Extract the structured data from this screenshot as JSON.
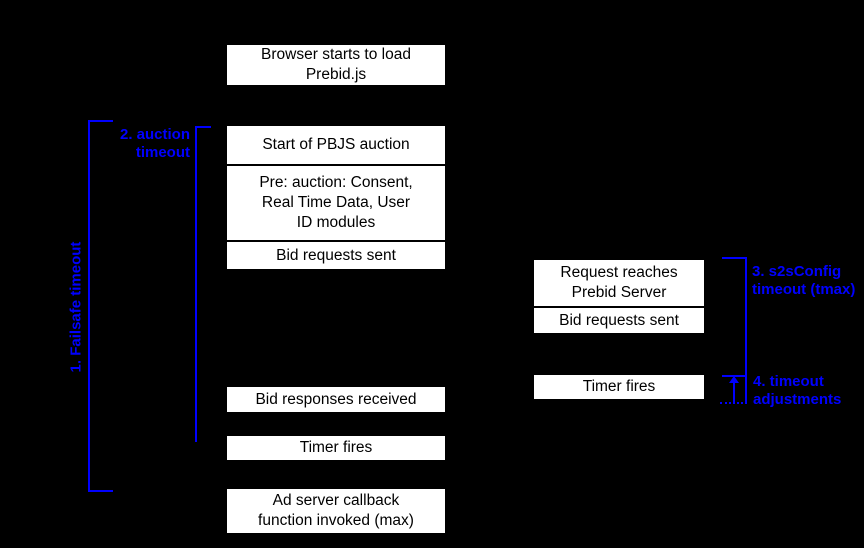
{
  "colors": {
    "background": "#000000",
    "box_fill": "#ffffff",
    "box_border": "#000000",
    "box_text": "#000000",
    "annotation_blue": "#0000ff"
  },
  "client_timeline": {
    "browser_load": "Browser starts to load\nPrebid.js",
    "auction_start": "Start of PBJS auction",
    "pre_auction": "Pre: auction: Consent,\nReal Time Data, User\nID modules",
    "bid_requests_sent": "Bid requests sent",
    "bid_responses_received": "Bid responses received",
    "timer_fires": "Timer fires",
    "ad_server_callback": "Ad server callback\nfunction invoked (max)"
  },
  "server_timeline": {
    "request_reaches": "Request reaches\nPrebid Server",
    "bid_requests_sent": "Bid requests sent",
    "timer_fires": "Timer fires"
  },
  "annotations": {
    "failsafe_timeout": "1. Failsafe timeout",
    "auction_timeout": "2. auction\ntimeout",
    "s2s_timeout": "3. s2sConfig\ntimeout (tmax)",
    "timeout_adjustments": "4. timeout\nadjustments"
  }
}
